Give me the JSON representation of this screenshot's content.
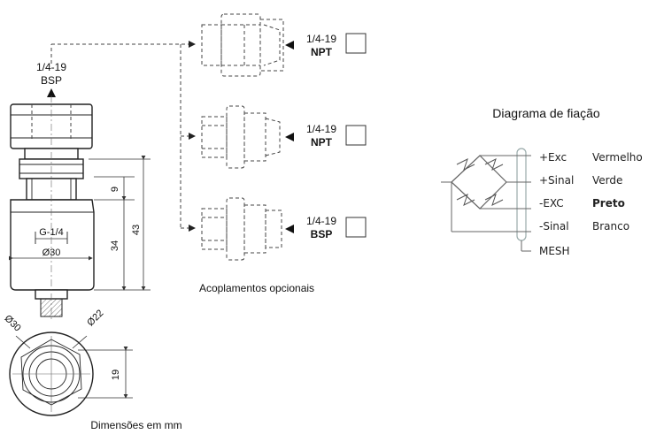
{
  "thread_top": {
    "line1": "1/4-19",
    "line2": "BSP"
  },
  "couplings": [
    {
      "line1": "1/4-19",
      "line2": "NPT"
    },
    {
      "line1": "1/4-19",
      "line2": "NPT"
    },
    {
      "line1": "1/4-19",
      "line2": "BSP"
    }
  ],
  "optional_caption": "Acoplamentos opcionais",
  "dimensions": {
    "thread_g": "G-1/4",
    "body_diameter": "Ø30",
    "height_34": "34",
    "height_43": "43",
    "height_9": "9",
    "bottom_d30": "Ø30",
    "bottom_d22": "Ø22",
    "bottom_19": "19"
  },
  "dimensions_caption": "Dimensões em mm",
  "wiring": {
    "title": "Diagrama de fiação",
    "rows": [
      {
        "signal": "+Exc",
        "color": "Vermelho",
        "bold": false
      },
      {
        "signal": "+Sinal",
        "color": "Verde",
        "bold": false
      },
      {
        "signal": "-EXC",
        "color": "Preto",
        "bold": true
      },
      {
        "signal": "-Sinal",
        "color": "Branco",
        "bold": false
      },
      {
        "signal": "MESH",
        "color": "",
        "bold": false
      }
    ]
  }
}
